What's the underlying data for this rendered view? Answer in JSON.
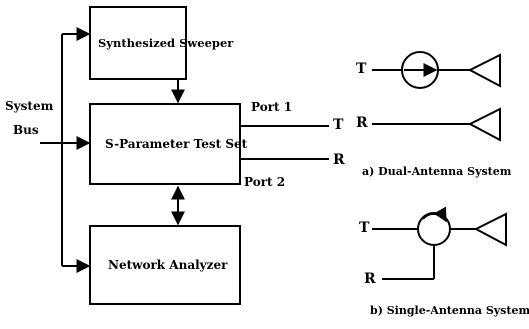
{
  "blocks": {
    "sweeper": "Synthesized Sweeper",
    "test_set": "S-Parameter Test Set",
    "analyzer": "Network Analyzer"
  },
  "bus_label_line1": "System",
  "bus_label_line2": "Bus",
  "ports": {
    "port1": "Port 1",
    "port2": "Port 2",
    "t_signal": "T",
    "r_signal": "R"
  },
  "dual_antenna": {
    "t_label": "T",
    "r_label": "R",
    "caption": "a) Dual-Antenna System"
  },
  "single_antenna": {
    "t_label": "T",
    "r_label": "R",
    "caption": "b) Single-Antenna System"
  }
}
